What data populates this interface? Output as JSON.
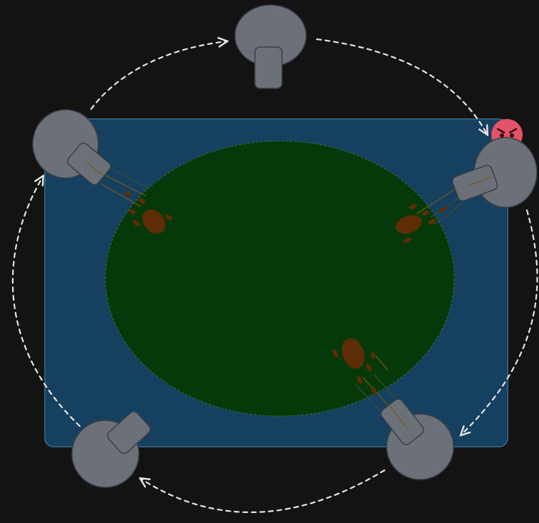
{
  "colors": {
    "background": "#131313",
    "board": "#15405f",
    "board_border": "#3c6c8e",
    "pitch": "#063909",
    "pitch_border": "#2f6e2a",
    "mushroom": "#6b7079",
    "mushroom_outline": "#3b3f46",
    "swarm": "#5e2d05",
    "swarm_line": "#7a5a10",
    "arrow": "#e4e4e4",
    "angry_face": "#e45267"
  },
  "icons": {
    "enemy": "angry-face-icon",
    "turret": "mushroom-turret-icon",
    "projectile": "spore-swarm-icon"
  },
  "diagram": {
    "turret_count": 5,
    "rotation": "clockwise",
    "path_style": "dashed"
  }
}
